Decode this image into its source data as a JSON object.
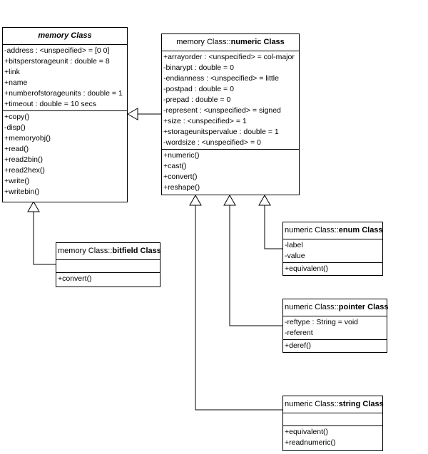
{
  "classes": {
    "memory": {
      "name": "memory Class",
      "attributes": [
        "-address : <unspecified> = [0 0]",
        "+bitsperstorageunit : double = 8",
        "+link",
        "+name",
        "+numberofstorageunits : double = 1",
        "+timeout : double = 10 secs"
      ],
      "methods": [
        "+copy()",
        "-disp()",
        "+memoryobj()",
        "+read()",
        "+read2bin()",
        "+read2hex()",
        "+write()",
        "+writebin()"
      ]
    },
    "numeric": {
      "name_prefix": "memory Class::",
      "name_bold": "numeric Class",
      "attributes": [
        "+arrayorder : <unspecified> = col-major",
        "-binarypt : double = 0",
        "-endianness : <unspecified> = little",
        "-postpad : double = 0",
        "-prepad : double = 0",
        "-represent : <unspecified> = signed",
        "+size : <unspecified> = 1",
        "+storageunitspervalue : double = 1",
        "-wordsize : <unspecified> = 0"
      ],
      "methods": [
        "+numeric()",
        "+cast()",
        "+convert()",
        "+reshape()"
      ]
    },
    "bitfield": {
      "name_prefix": "memory Class::",
      "name_bold": "bitfield Class",
      "attributes": [],
      "methods": [
        "+convert()"
      ]
    },
    "enum": {
      "name_prefix": "numeric Class::",
      "name_bold": "enum Class",
      "attributes": [
        "-label",
        "-value"
      ],
      "methods": [
        "+equivalent()"
      ]
    },
    "pointer": {
      "name_prefix": "numeric Class::",
      "name_bold": "pointer Class",
      "attributes": [
        "-reftype : String = void",
        "-referent"
      ],
      "methods": [
        "+deref()"
      ]
    },
    "string": {
      "name_prefix": "numeric Class::",
      "name_bold": "string Class",
      "attributes": [],
      "methods": [
        "+equivalent()",
        "+readnumeric()"
      ]
    }
  },
  "relationships": [
    {
      "type": "generalization",
      "from": "numeric",
      "to": "memory"
    },
    {
      "type": "generalization",
      "from": "bitfield",
      "to": "memory"
    },
    {
      "type": "generalization",
      "from": "enum",
      "to": "numeric"
    },
    {
      "type": "generalization",
      "from": "pointer",
      "to": "numeric"
    },
    {
      "type": "generalization",
      "from": "string",
      "to": "numeric"
    }
  ],
  "style": {
    "line_color": "#000000",
    "fill_color": "#ffffff"
  }
}
